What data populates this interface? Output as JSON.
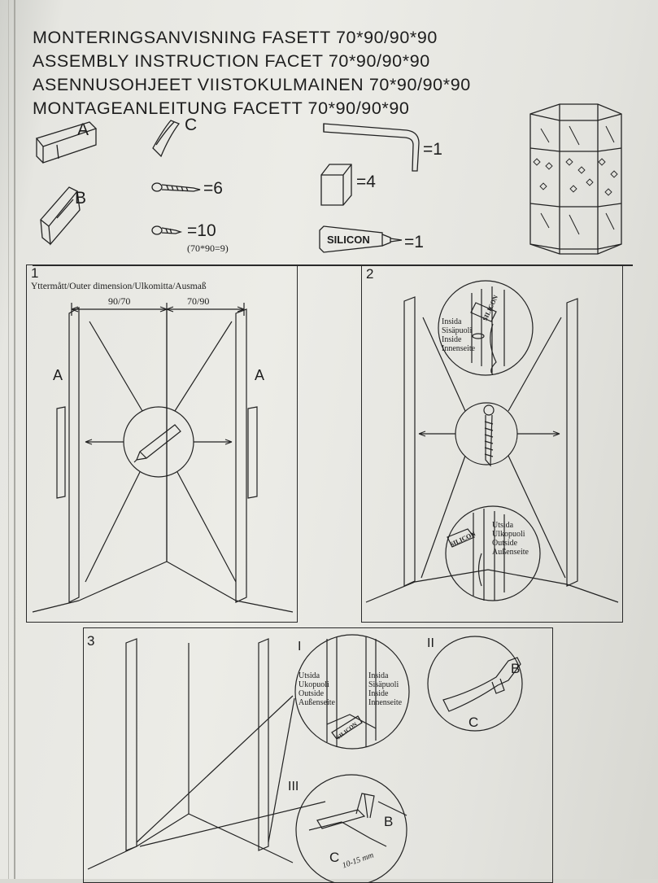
{
  "titles": [
    "MONTERINGSANVISNING FASETT 70*90/90*90",
    "ASSEMBLY INSTRUCTION FACET 70*90/90*90",
    "ASENNUSOHJEET VIISTOKULMAINEN 70*90/90*90",
    "MONTAGEANLEITUNG FACETT 70*90/90*90"
  ],
  "parts": {
    "a_label": "A",
    "b_label": "B",
    "c_label": "C",
    "screw_long_qty": "=6",
    "screw_short_qty": "=10",
    "screw_short_note": "(70*90=9)",
    "key_qty": "=1",
    "block_qty": "=4",
    "silicon_label": "SILICON",
    "silicon_qty": "=1"
  },
  "step1": {
    "number": "1",
    "heading": "Yttermått/Outer dimension/Ulkomitta/Ausmaß",
    "dim_left": "90/70",
    "dim_right": "70/90",
    "label_left": "A",
    "label_right": "A"
  },
  "step2": {
    "number": "2",
    "inside_lines": [
      "Insida",
      "Sisäpuoli",
      "Inside",
      "Innenseite"
    ],
    "outside_lines": [
      "Utsida",
      "Ulkopuoli",
      "Outside",
      "Außenseite"
    ],
    "silicon_label": "SILICON"
  },
  "step3": {
    "number": "3",
    "detail_1": "I",
    "detail_2": "II",
    "detail_3": "III",
    "outside_lines": [
      "Utsida",
      "Ukopuoli",
      "Outside",
      "Außenseite"
    ],
    "inside_lines": [
      "Insida",
      "Sisäpuoli",
      "Inside",
      "Innenseite"
    ],
    "label_b": "B",
    "label_c": "C",
    "gap_label": "10-15 mm",
    "silicon_label": "SILICON"
  }
}
